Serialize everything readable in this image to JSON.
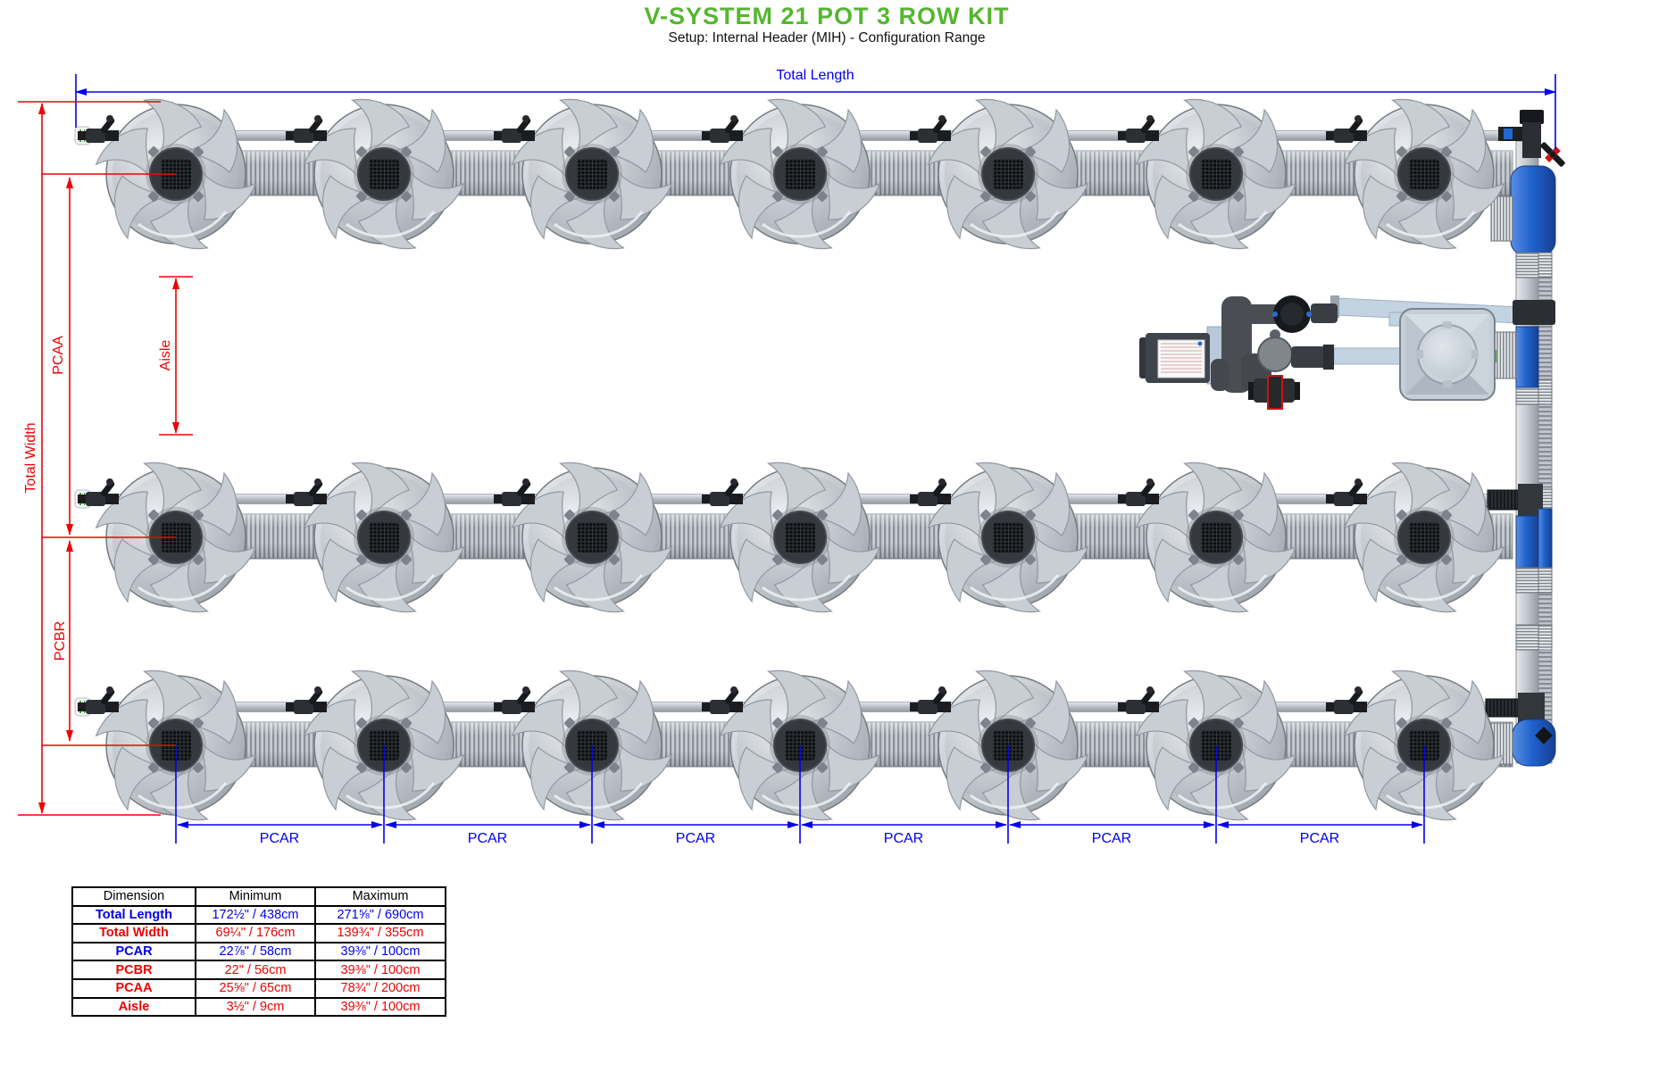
{
  "header": {
    "title": "V-SYSTEM 21 POT 3 ROW KIT",
    "subtitle": "Setup: Internal Header (MIH) - Configuration Range",
    "title_color": "#55b62f"
  },
  "diagram": {
    "labels": {
      "total_length": "Total Length",
      "total_width": "Total Width",
      "pcaa": "PCAA",
      "pcbr": "PCBR",
      "aisle": "Aisle",
      "pcar": "PCAR"
    },
    "pot_rows": 3,
    "pots_per_row": 7,
    "total_pots": 21,
    "annotation_colors": {
      "blue": "#0000ee",
      "red": "#ee0202"
    }
  },
  "table": {
    "headers": [
      "Dimension",
      "Minimum",
      "Maximum"
    ],
    "rows": [
      {
        "dimension": "Total Length",
        "minimum": "172½\" / 438cm",
        "maximum": "271⅝\" / 690cm",
        "color": "blue"
      },
      {
        "dimension": "Total Width",
        "minimum": "69¼\" / 176cm",
        "maximum": "139¾\" / 355cm",
        "color": "red"
      },
      {
        "dimension": "PCAR",
        "minimum": "22⅞\" / 58cm",
        "maximum": "39⅜\" / 100cm",
        "color": "blue"
      },
      {
        "dimension": "PCBR",
        "minimum": "22\" / 56cm",
        "maximum": "39⅜\" / 100cm",
        "color": "red"
      },
      {
        "dimension": "PCAA",
        "minimum": "25⅝\" / 65cm",
        "maximum": "78¾\" / 200cm",
        "color": "red"
      },
      {
        "dimension": "Aisle",
        "minimum": "3½\" / 9cm",
        "maximum": "39⅜\" / 100cm",
        "color": "red"
      }
    ]
  }
}
